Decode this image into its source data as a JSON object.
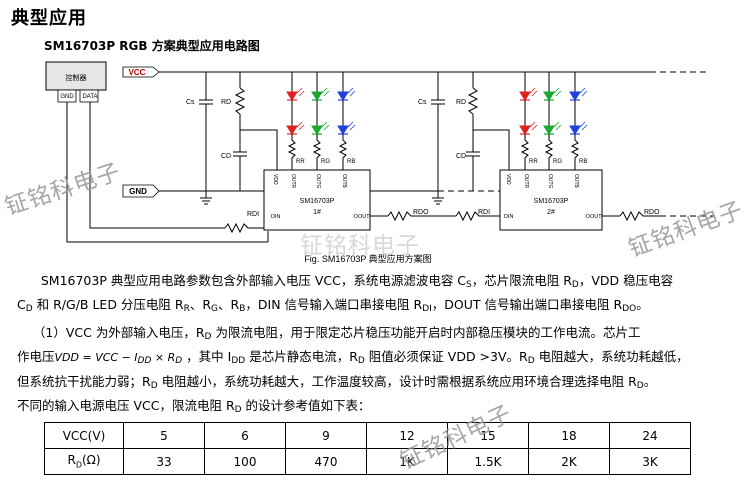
{
  "heading": "典型应用",
  "subheading": "SM16703P RGB 方案典型应用电路图",
  "diagram": {
    "controller": {
      "title": "控制器",
      "gnd": "GND",
      "data": "DATA"
    },
    "vcc": "VCC",
    "gnd": "GND",
    "cs": "Cs",
    "rd": "RD",
    "cd": "CD",
    "rr": "RR",
    "rg": "RG",
    "rb": "RB",
    "rdi": "RDI",
    "rdo": "RDO",
    "chip_name": "SM16703P",
    "chip1_index": "1#",
    "chip2_index": "2#",
    "pin_vdd": "VDD",
    "pin_outr": "OUTR",
    "pin_outg": "OUTG",
    "pin_outb": "OUTB",
    "pin_din": "DIN",
    "pin_dout": "DOUT",
    "caption": "Fig. SM16703P 典型应用方案图",
    "led_colors": {
      "red": "#e02020",
      "green": "#1aa830",
      "blue": "#2040e0"
    },
    "label_red": "#c00000"
  },
  "para1": {
    "p1": "SM16703P 典型应用电路参数包含外部输入电压 VCC，系统电源滤波电容 C",
    "s1": "S",
    "p2": "，芯片限流电阻 R",
    "s2": "D",
    "p3": "，VDD 稳压电容",
    "p4": "C",
    "s4": "D",
    "p5": " 和 R/G/B LED 分压电阻 R",
    "s5": "R",
    "p6": "、R",
    "s6": "G",
    "p7": "、R",
    "s7": "B",
    "p8": "，DIN 信号输入端口串接电阻 R",
    "s8": "DI",
    "p9": "，DOUT 信号输出端口串接电阻 R",
    "s9": "DO",
    "p10": "。"
  },
  "para2": {
    "p1": "（1）VCC 为外部输入电压，R",
    "s1": "D",
    "p2": " 为限流电阻，用于限定芯片稳压功能开启时内部稳压模块的工作电流。芯片工",
    "p3": "作电压",
    "eq": "VDD  = VCC  − I",
    "eqs1": "DD",
    "eq2": " × R",
    "eqs2": "D",
    "p4": " ，其中 I",
    "s4": "DD",
    "p5": " 是芯片静态电流，R",
    "s5": "D",
    "p6": " 阻值必须保证 VDD >3V。R",
    "s6": "D",
    "p7": " 电阻越大，系统功耗越低，",
    "p8": "但系统抗干扰能力弱；R",
    "s8": "D",
    "p9": " 电阻越小，系统功耗越大，工作温度较高，设计时需根据系统应用环境合理选择电阻 R",
    "s9": "D",
    "p10": "。",
    "p11": "不同的输入电源电压 VCC，限流电阻 R",
    "s11": "D",
    "p12": " 的设计参考值如下表："
  },
  "table": {
    "row1_header": "VCC(V)",
    "row2_header_main": "R",
    "row2_header_sub": "D",
    "row2_header_unit": "(Ω)",
    "vcc": [
      "5",
      "6",
      "9",
      "12",
      "15",
      "18",
      "24"
    ],
    "rd": [
      "33",
      "100",
      "470",
      "1K",
      "1.5K",
      "2K",
      "3K"
    ]
  },
  "watermark": "钲铭科电子"
}
